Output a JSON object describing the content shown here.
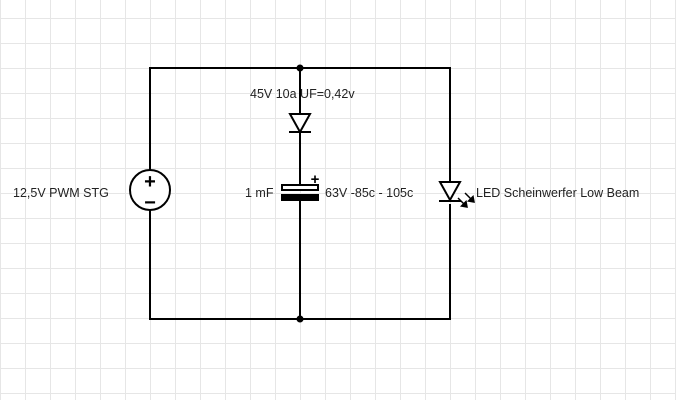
{
  "diagram": {
    "labels": {
      "diode": "45V 10a UF=0,42v",
      "source": "12,5V PWM STG",
      "capacitor_value": "1 mF",
      "capacitor_rating": "63V -85c - 105c",
      "led": "LED Scheinwerfer Low Beam"
    },
    "symbols": {
      "source_plus": "+",
      "source_minus": "−",
      "capacitor_plus": "+"
    },
    "colors": {
      "wire": "#000000",
      "grid": "#e6e6e6",
      "background": "#ffffff"
    },
    "components": [
      {
        "type": "dc-voltage-source",
        "label_ref": "source"
      },
      {
        "type": "diode",
        "label_ref": "diode"
      },
      {
        "type": "polarized-capacitor",
        "label_ref": "capacitor_value"
      },
      {
        "type": "led",
        "label_ref": "led"
      }
    ]
  }
}
